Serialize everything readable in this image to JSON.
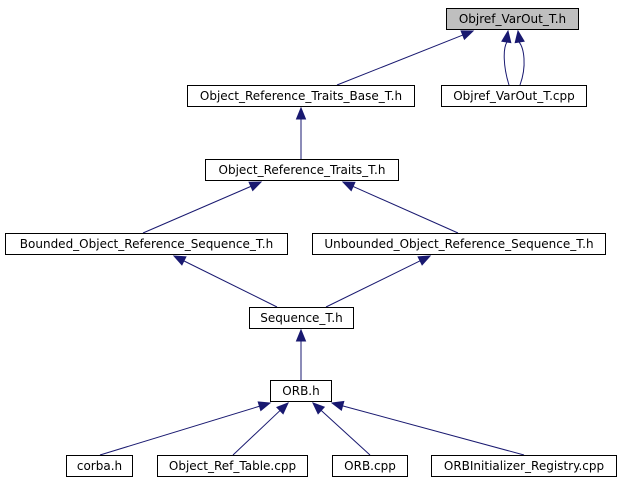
{
  "diagram": {
    "nodes": [
      {
        "id": "objref_varout_h",
        "label": "Objref_VarOut_T.h"
      },
      {
        "id": "ort_base",
        "label": "Object_Reference_Traits_Base_T.h"
      },
      {
        "id": "objref_varout_cpp",
        "label": "Objref_VarOut_T.cpp"
      },
      {
        "id": "ort",
        "label": "Object_Reference_Traits_T.h"
      },
      {
        "id": "bounded",
        "label": "Bounded_Object_Reference_Sequence_T.h"
      },
      {
        "id": "unbounded",
        "label": "Unbounded_Object_Reference_Sequence_T.h"
      },
      {
        "id": "sequence",
        "label": "Sequence_T.h"
      },
      {
        "id": "orb_h",
        "label": "ORB.h"
      },
      {
        "id": "corba_h",
        "label": "corba.h"
      },
      {
        "id": "ort_cpp",
        "label": "Object_Ref_Table.cpp"
      },
      {
        "id": "orb_cpp",
        "label": "ORB.cpp"
      },
      {
        "id": "orbinit_cpp",
        "label": "ORBInitializer_Registry.cpp"
      }
    ],
    "edges": [
      {
        "from": "ort_base",
        "to": "objref_varout_h"
      },
      {
        "from": "objref_varout_cpp",
        "to": "objref_varout_h"
      },
      {
        "from": "ort",
        "to": "ort_base"
      },
      {
        "from": "bounded",
        "to": "ort"
      },
      {
        "from": "unbounded",
        "to": "ort"
      },
      {
        "from": "sequence",
        "to": "bounded"
      },
      {
        "from": "sequence",
        "to": "unbounded"
      },
      {
        "from": "orb_h",
        "to": "sequence"
      },
      {
        "from": "corba_h",
        "to": "orb_h"
      },
      {
        "from": "ort_cpp",
        "to": "orb_h"
      },
      {
        "from": "orb_cpp",
        "to": "orb_h"
      },
      {
        "from": "orbinit_cpp",
        "to": "orb_h"
      }
    ],
    "colors": {
      "edge": "#191970",
      "root_fill": "#bfbfbf",
      "node_fill": "#ffffff",
      "border": "#000000"
    }
  }
}
